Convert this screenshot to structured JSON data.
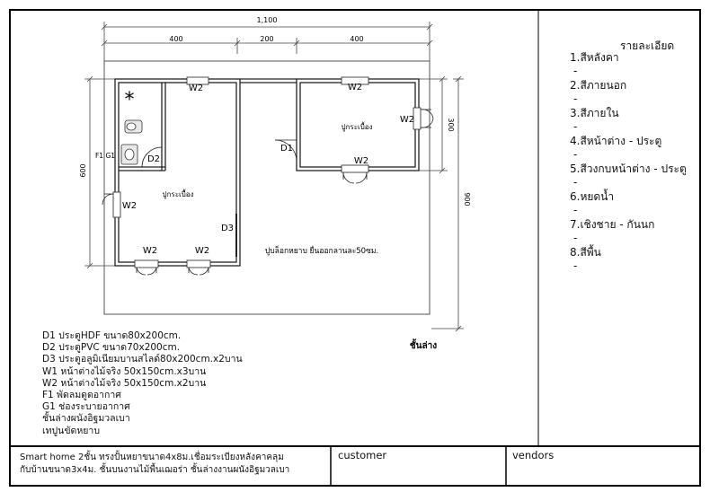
{
  "dimensions": {
    "total_width": "1,100",
    "seg_left": "400",
    "seg_mid": "200",
    "seg_right": "400",
    "left_height": "600",
    "right_upper": "300",
    "right_total": "900"
  },
  "labels": {
    "window": "W2",
    "door1": "D1",
    "door2": "D2",
    "door3": "D3",
    "fan": "F1 G1",
    "asterisk": "*",
    "room": "ปูกระเบื้อง",
    "floor_note": "ปูบล็อกหยาบ ยื่นออกลานละ50ซม.",
    "floor_name": "ชั้นล่าง"
  },
  "spec": {
    "title": "รายละเอียด",
    "items": [
      "1.สีหลังคา",
      "2.สีภายนอก",
      "3.สีภายใน",
      "4.สีหน้าต่าง - ประตู",
      "5.สีวงกบหน้าต่าง - ประตู",
      "6.หยดน้ำ",
      "7.เชิงชาย - กันนก",
      "8.สีพื้น"
    ],
    "dash": "-"
  },
  "notes": [
    "D1 ประตูHDF ขนาด80x200cm.",
    "D2 ประตูPVC ขนาด70x200cm.",
    "D3 ประตูอลูมิเนียมบานสไลด์80x200cm.x2บาน",
    "W1 หน้าต่างไม้จริง 50x150cm.x3บาน",
    "W2 หน้าต่างไม้จริง 50x150cm.x2บาน",
    "F1 พัดลมดูดอากาศ",
    "G1 ช่องระบายอากาศ",
    "ชั้นล่างผนังอิฐมวลเบา",
    "เทปูนขัดหยาบ"
  ],
  "titleblock": {
    "desc_line1": "Smart home 2ชั้น ทรงปั้นหยาขนาด4x8ม.เชื่อมระเบียงหลังคาคลุม",
    "desc_line2": "กับบ้านขนาด3x4ม. ชั้นบนงานไม้พื้นเฌอร่า ชั้นล่างงานผนังอิฐมวลเบา",
    "customer": "customer",
    "vendors": "vendors"
  }
}
